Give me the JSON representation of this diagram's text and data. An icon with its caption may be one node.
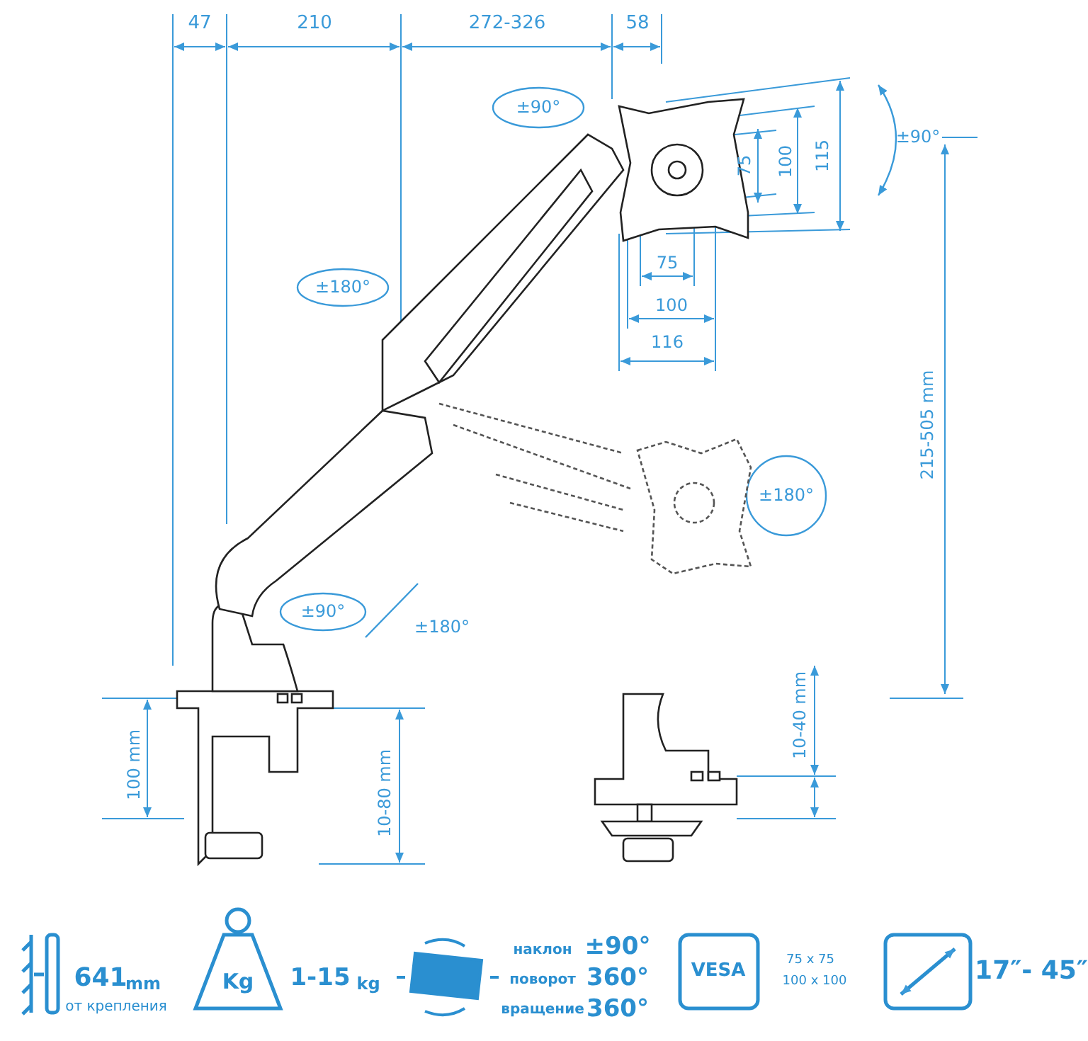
{
  "diagram": {
    "labels": [
      "47",
      "210",
      "272-326",
      "58",
      "±90°",
      "75",
      "100",
      "115",
      "±90°",
      "±180°",
      "75",
      "100",
      "116",
      "215-505 mm",
      "±180°",
      "±90°",
      "±180°",
      "100 mm",
      "10-80 mm",
      "10-40 mm",
      "641",
      "mm",
      "от крепления",
      "Kg",
      "1-15",
      "kg",
      "наклон",
      "±90°",
      "поворот",
      "360°",
      "вращение",
      "360°",
      "VESA",
      "75 x 75",
      "100 x 100",
      "17″- 45″"
    ]
  }
}
